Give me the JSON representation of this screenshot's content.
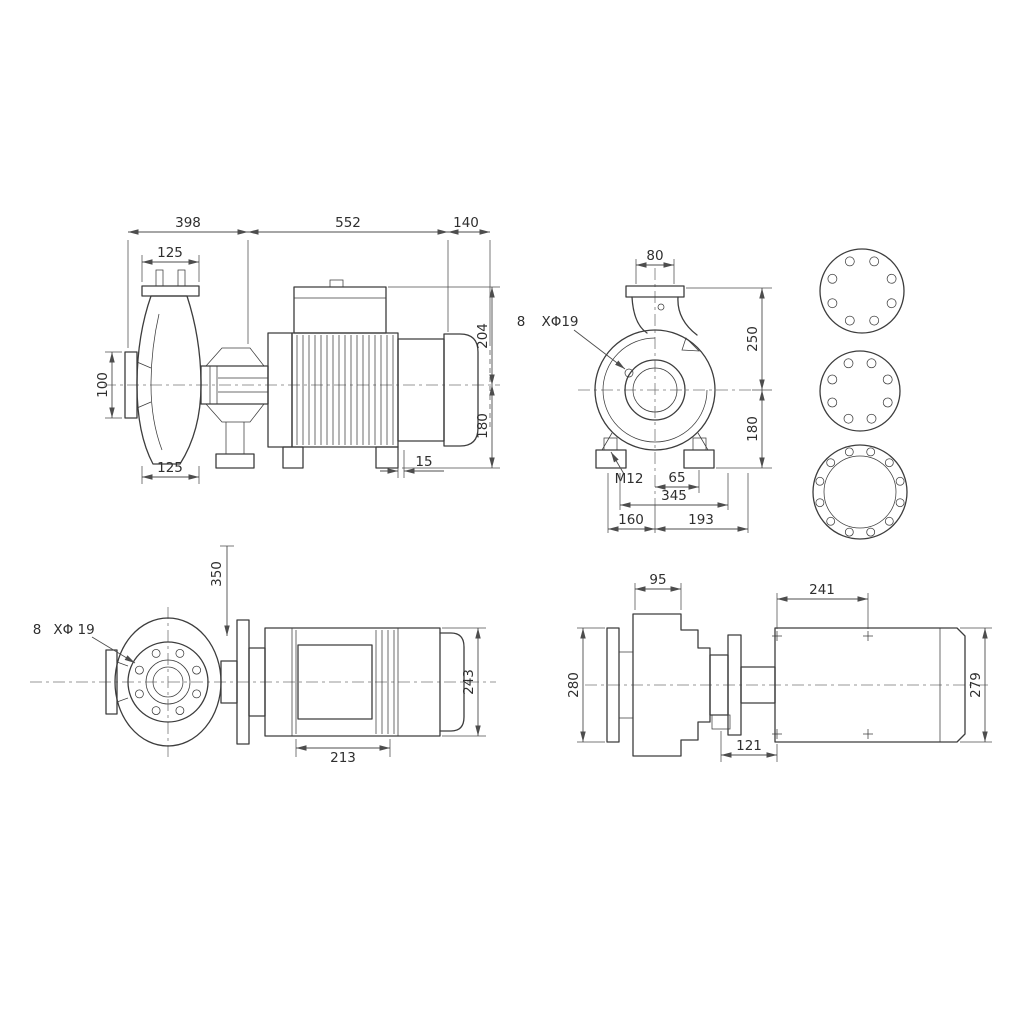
{
  "colors": {
    "line": "#3d3d3d",
    "dimension": "#4d4d4d",
    "text": "#2f2f2f",
    "background": "#ffffff"
  },
  "side_view": {
    "dim_pump_length": "398",
    "dim_motor_length": "552",
    "dim_rear_clearance": "140",
    "dim_discharge_flange": "125",
    "dim_suction_flange": "100",
    "dim_center_to_top": "204",
    "dim_center_to_base": "180",
    "dim_volute_width": "125",
    "dim_foot_thickness": "15"
  },
  "end_view": {
    "dim_port": "80",
    "bolt_count": "8",
    "bolt_spec": "XΦ19",
    "dim_flange_to_center": "250",
    "dim_center_to_base": "180",
    "thread_spec": "M12",
    "dim_center_to_slot": "65",
    "dim_base_width": "345",
    "dim_base_left": "160",
    "dim_base_right": "193"
  },
  "plan_left": {
    "dim_height": "350",
    "bolt_count": "8",
    "bolt_spec": "XΦ 19",
    "dim_motor_width": "243",
    "dim_foot_spacing": "213"
  },
  "plan_right": {
    "dim_volute_top": "95",
    "dim_hole_spacing": "241",
    "dim_pump_width": "280",
    "dim_motor_width": "279",
    "dim_bracket_to_hole": "121"
  }
}
